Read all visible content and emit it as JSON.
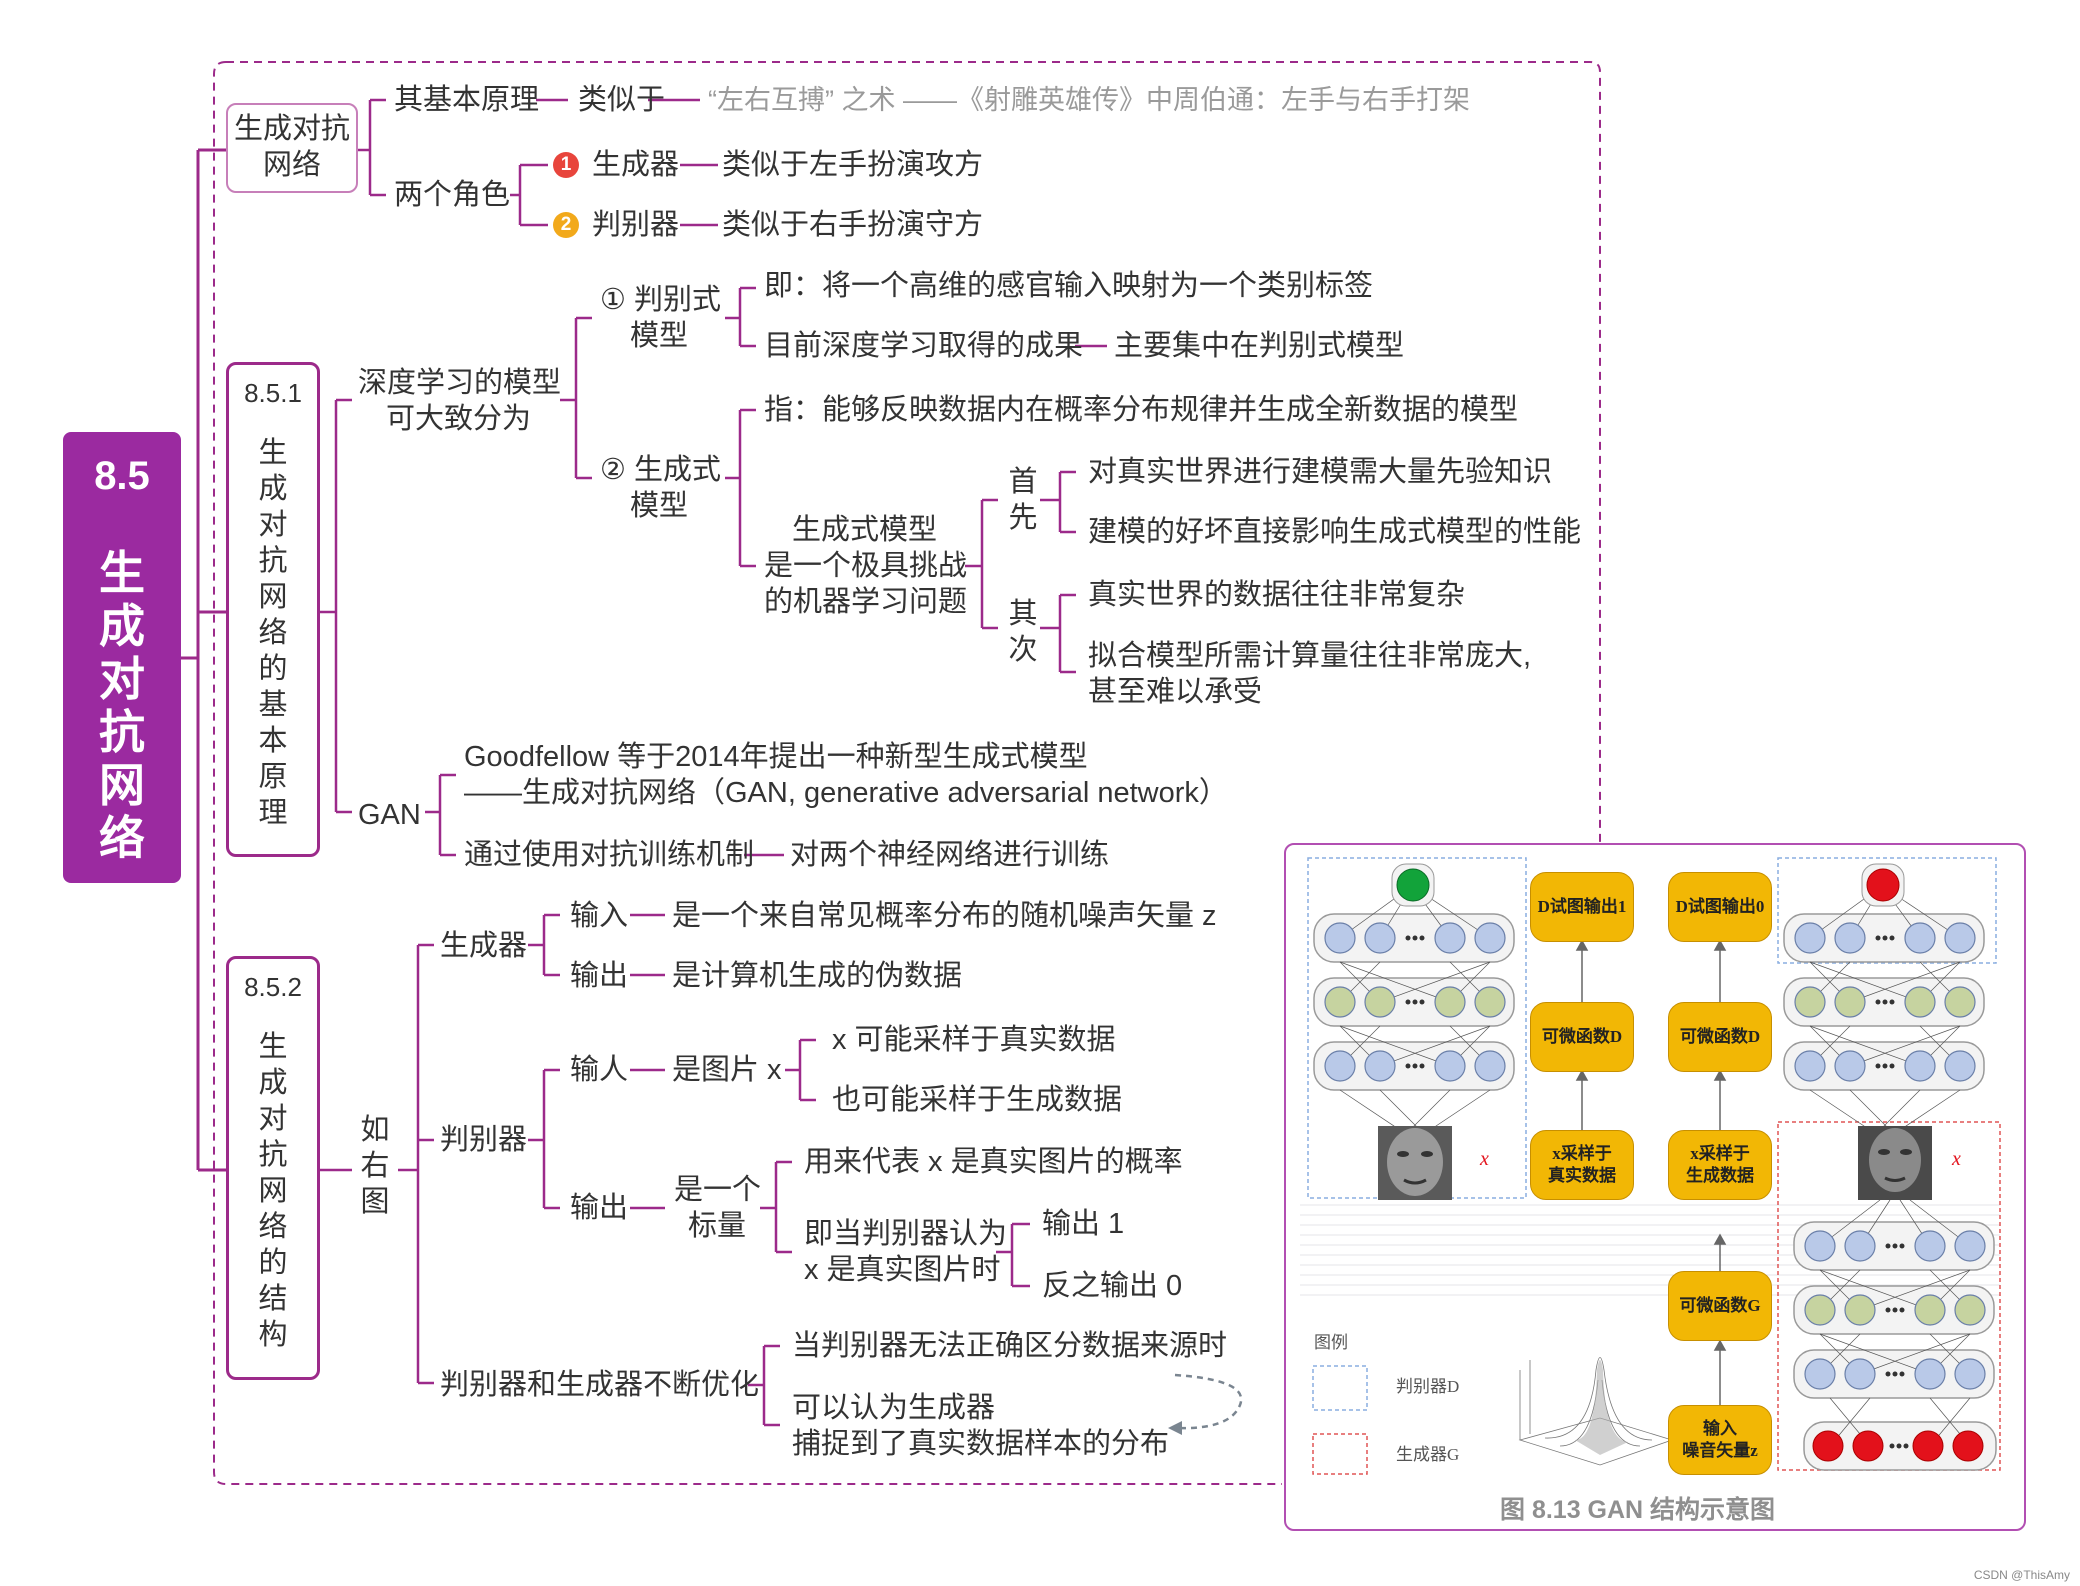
{
  "root": {
    "num": "8.5",
    "title": "生成对抗网络"
  },
  "b1": {
    "label_line1": "生成对抗",
    "label_line2": "网络",
    "principle": "其基本原理",
    "similar": "类似于",
    "analogy": "“左右互搏” 之术 ——《射雕英雄传》中周伯通：左手与右手打架",
    "roles": "两个角色",
    "role1_badge": "1",
    "role1": "生成器",
    "role1_desc": "类似于左手扮演攻方",
    "role2_badge": "2",
    "role2": "判别器",
    "role2_desc": "类似于右手扮演守方"
  },
  "b2": {
    "num": "8.5.1",
    "title": "生成对抗网络的基本原理",
    "models_line1": "深度学习的模型",
    "models_line2": "可大致分为",
    "disc_line1": "① 判别式",
    "disc_line2": "模型",
    "disc_def": "即：将一个高维的感官输入映射为一个类别标签",
    "disc_result": "目前深度学习取得的成果",
    "disc_result2": "主要集中在判别式模型",
    "gen_line1": "② 生成式",
    "gen_line2": "模型",
    "gen_def": "指：能够反映数据内在概率分布规律并生成全新数据的模型",
    "chal_line1": "生成式模型",
    "chal_line2": "是一个极具挑战",
    "chal_line3": "的机器学习问题",
    "first": "首先",
    "first_a": "对真实世界进行建模需大量先验知识",
    "first_b": "建模的好坏直接影响生成式模型的性能",
    "second": "其次",
    "second_a": "真实世界的数据往往非常复杂",
    "second_b1": "拟合模型所需计算量往往非常庞大,",
    "second_b2": "甚至难以承受",
    "gan": "GAN",
    "gan_a1": "Goodfellow 等于2014年提出一种新型生成式模型",
    "gan_a2": "——生成对抗网络（GAN, generative adversarial network）",
    "gan_b": "通过使用对抗训练机制",
    "gan_b2": "对两个神经网络进行训练"
  },
  "b3": {
    "num": "8.5.2",
    "title": "生成对抗网络的结构",
    "see": "如右图",
    "generator": "生成器",
    "gen_in": "输入",
    "gen_in_desc": "是一个来自常见概率分布的随机噪声矢量 z",
    "gen_out": "输出",
    "gen_out_desc": "是计算机生成的伪数据",
    "disc": "判别器",
    "disc_in": "输人",
    "disc_in_desc": "是图片 x",
    "disc_in_a": "x 可能采样于真实数据",
    "disc_in_b": "也可能采样于生成数据",
    "disc_out": "输出",
    "scalar_line1": "是一个",
    "scalar_line2": "标量",
    "scalar_a": "用来代表 x 是真实图片的概率",
    "scalar_b1": "即当判别器认为",
    "scalar_b2": "x 是真实图片时",
    "out1": "输出 1",
    "out0": "反之输出 0",
    "opt": "判别器和生成器不断优化",
    "opt_a": "当判别器无法正确区分数据来源时",
    "opt_b1": "可以认为生成器",
    "opt_b2": "捕捉到了真实数据样本的分布"
  },
  "figure": {
    "caption": "图 8.13  GAN 结构示意图",
    "d_out1": "D试图输出1",
    "d_out0": "D试图输出0",
    "func_d": "可微函数D",
    "func_g": "可微函数G",
    "x_real_1": "x采样于",
    "x_real_2": "真实数据",
    "x_gen_1": "x采样于",
    "x_gen_2": "生成数据",
    "input_1": "输入",
    "input_2": "噪音矢量z",
    "x_label": "x",
    "legend_title": "图例",
    "legend_d": "判别器D",
    "legend_g": "生成器G",
    "colors": {
      "green": "#12a33a",
      "red": "#e3111b",
      "node_blue": "#b9c9e8",
      "node_olive": "#c6d3a0",
      "gold": "#f2b705"
    }
  },
  "watermark": "CSDN @ThisAmy"
}
